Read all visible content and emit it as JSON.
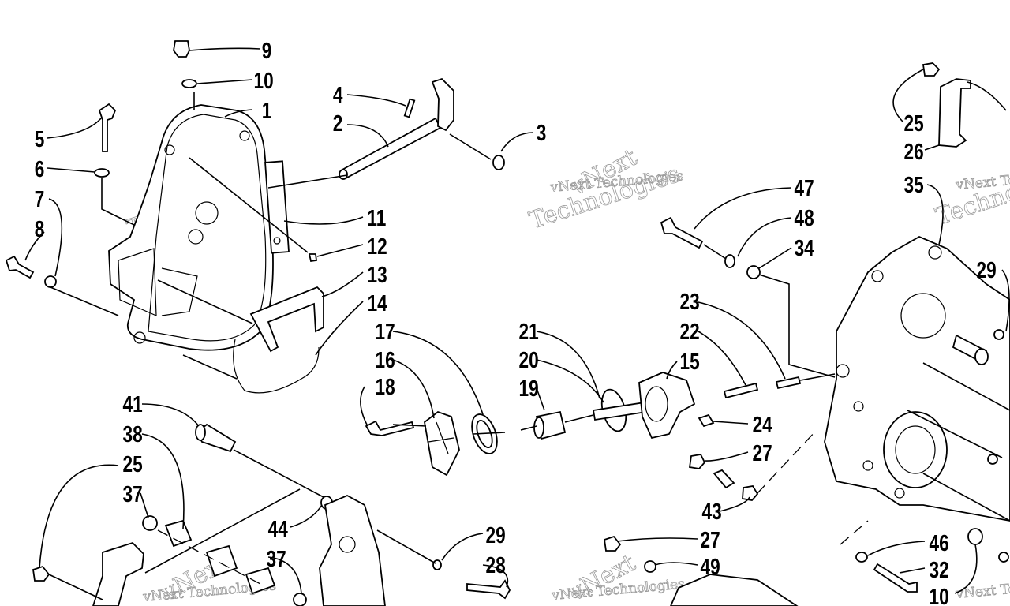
{
  "callouts": [
    "9",
    "10",
    "1",
    "4",
    "2",
    "3",
    "5",
    "6",
    "7",
    "8",
    "11",
    "12",
    "13",
    "14",
    "47",
    "48",
    "34",
    "23",
    "22",
    "15",
    "24",
    "27",
    "43",
    "21",
    "20",
    "19",
    "17",
    "16",
    "18",
    "41",
    "38",
    "25",
    "37",
    "44",
    "29",
    "28",
    "27",
    "49",
    "25",
    "26",
    "35",
    "29",
    "46",
    "32",
    "10",
    "37"
  ],
  "watermark": {
    "line1": "vNext Technologies",
    "line2": "vNext",
    "line3": "Technologies"
  },
  "colors": {
    "ink": "#000000",
    "watermark": "#9a9a9a",
    "background": "#ffffff"
  }
}
